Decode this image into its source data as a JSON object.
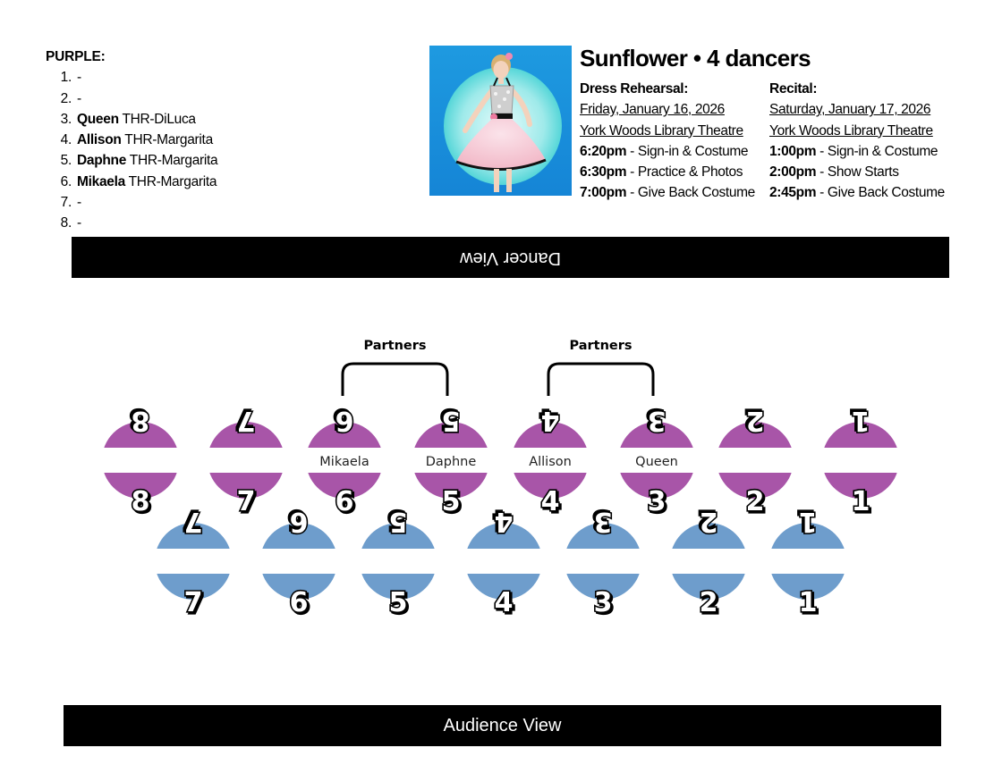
{
  "roster": {
    "heading": "PURPLE:",
    "items": [
      {
        "number": "1.",
        "name": "",
        "detail": "-"
      },
      {
        "number": "2.",
        "name": "",
        "detail": "-"
      },
      {
        "number": "3.",
        "name": "Queen",
        "detail": " THR-DiLuca"
      },
      {
        "number": "4.",
        "name": "Allison",
        "detail": " THR-Margarita"
      },
      {
        "number": "5.",
        "name": "Daphne",
        "detail": " THR-Margarita"
      },
      {
        "number": "6.",
        "name": "Mikaela",
        "detail": " THR-Margarita"
      },
      {
        "number": "7.",
        "name": "",
        "detail": "-"
      },
      {
        "number": "8.",
        "name": "",
        "detail": "-"
      }
    ]
  },
  "dance": {
    "title": "Sunflower • 4 dancers"
  },
  "rehearsal": {
    "heading": "Dress Rehearsal:",
    "date": "Friday, January 16, 2026",
    "venue": "York Woods Library Theatre",
    "times": [
      {
        "time": "6:20pm",
        "desc": " - Sign-in & Costume"
      },
      {
        "time": "6:30pm",
        "desc": " - Practice & Photos"
      },
      {
        "time": "7:00pm",
        "desc": " - Give Back Costume"
      }
    ]
  },
  "recital": {
    "heading": "Recital:",
    "date": "Saturday, January 17, 2026",
    "venue": "York Woods Library Theatre",
    "times": [
      {
        "time": "1:00pm",
        "desc": " - Sign-in & Costume"
      },
      {
        "time": "2:00pm",
        "desc": " - Show Starts"
      },
      {
        "time": "2:45pm",
        "desc": " - Give Back Costume"
      }
    ]
  },
  "views": {
    "dancer": "Dancer View",
    "audience": "Audience View"
  },
  "stage": {
    "colors": {
      "front_row": "#a855a8",
      "back_row": "#6e9dcc"
    },
    "partners_label": "Partners",
    "front_row": [
      {
        "number": "8",
        "name": ""
      },
      {
        "number": "7",
        "name": ""
      },
      {
        "number": "6",
        "name": "Mikaela"
      },
      {
        "number": "5",
        "name": "Daphne"
      },
      {
        "number": "4",
        "name": "Allison"
      },
      {
        "number": "3",
        "name": "Queen"
      },
      {
        "number": "2",
        "name": ""
      },
      {
        "number": "1",
        "name": ""
      }
    ],
    "back_row": [
      {
        "number": "7"
      },
      {
        "number": "6"
      },
      {
        "number": "5"
      },
      {
        "number": "4"
      },
      {
        "number": "3"
      },
      {
        "number": "2"
      },
      {
        "number": "1"
      }
    ],
    "partner_pairs": [
      [
        "6",
        "5"
      ],
      [
        "4",
        "3"
      ]
    ]
  }
}
